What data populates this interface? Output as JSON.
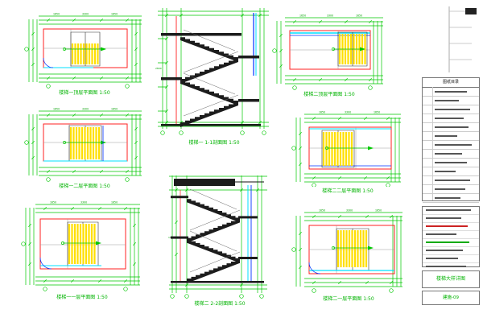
{
  "sheet": {
    "background": "#ffffff"
  },
  "colors": {
    "line_green": "#00c800",
    "tread_yellow": "#ffdf00",
    "wall_red": "#ff2020",
    "accent_cyan": "#00e0ff",
    "accent_blue": "#0030ff",
    "section_black": "#1c1c1c"
  },
  "dims": {
    "a": "1650",
    "b": "3300",
    "c": "1500",
    "d": "2800"
  },
  "panels": {
    "plan_tl": {
      "caption": "楼梯一顶层平面图 1:50"
    },
    "plan_ml": {
      "caption": "楼梯一二层平面图 1:50"
    },
    "plan_bl": {
      "caption": "楼梯一一层平面图 1:50"
    },
    "section_1": {
      "caption": "楼梯一 1-1剖面图 1:50"
    },
    "plan_tr": {
      "caption": "楼梯二顶层平面图 1:50"
    },
    "plan_mr": {
      "caption": "楼梯二二层平面图 1:50"
    },
    "plan_br": {
      "caption": "楼梯二一层平面图 1:50"
    },
    "section_2": {
      "caption": "楼梯二 2-2剖面图 1:50"
    }
  },
  "titleblock": {
    "list_header": "图纸目录",
    "drawing_title": "楼梯大样详图",
    "sheet_no": "建施-09"
  }
}
